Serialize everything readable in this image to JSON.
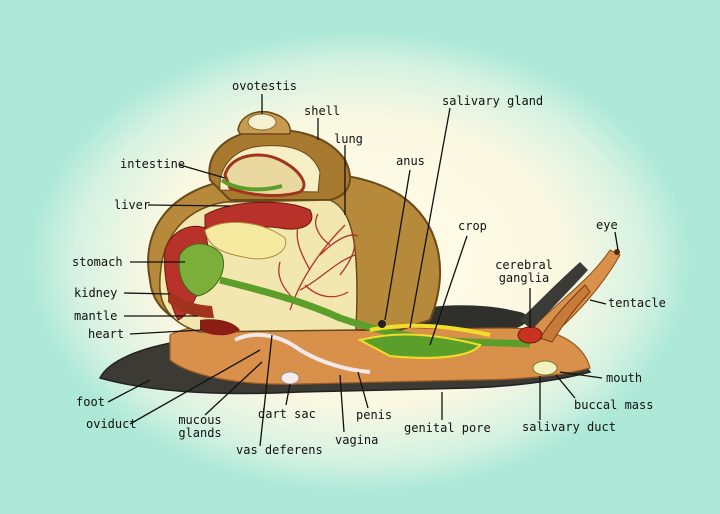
{
  "labels": {
    "ovotestis": "ovotestis",
    "shell": "shell",
    "lung": "lung",
    "intestine": "intestine",
    "liver": "liver",
    "stomach": "stomach",
    "kidney": "kidney",
    "mantle": "mantle",
    "heart": "heart",
    "foot": "foot",
    "oviduct": "oviduct",
    "mucous_glands_1": "mucous",
    "mucous_glands_2": "glands",
    "vas_deferens": "vas deferens",
    "dart_sac": "dart sac",
    "vagina": "vagina",
    "penis": "penis",
    "genital_pore": "genital pore",
    "salivary_duct": "salivary duct",
    "buccal_mass": "buccal mass",
    "mouth": "mouth",
    "tentacle": "tentacle",
    "eye": "eye",
    "cerebral_ganglia_1": "cerebral",
    "cerebral_ganglia_2": "ganglia",
    "crop": "crop",
    "anus": "anus",
    "salivary_gland": "salivary gland"
  },
  "colors": {
    "background": "#aee9d8",
    "shell": "#b68a3a",
    "body": "#d98f4a",
    "foot": "#3a3a36",
    "liver": "#b8322a",
    "stomach": "#7cae3a",
    "lung": "#f2b49a",
    "crop": "#5c9e2a",
    "leader_line": "#111111"
  }
}
